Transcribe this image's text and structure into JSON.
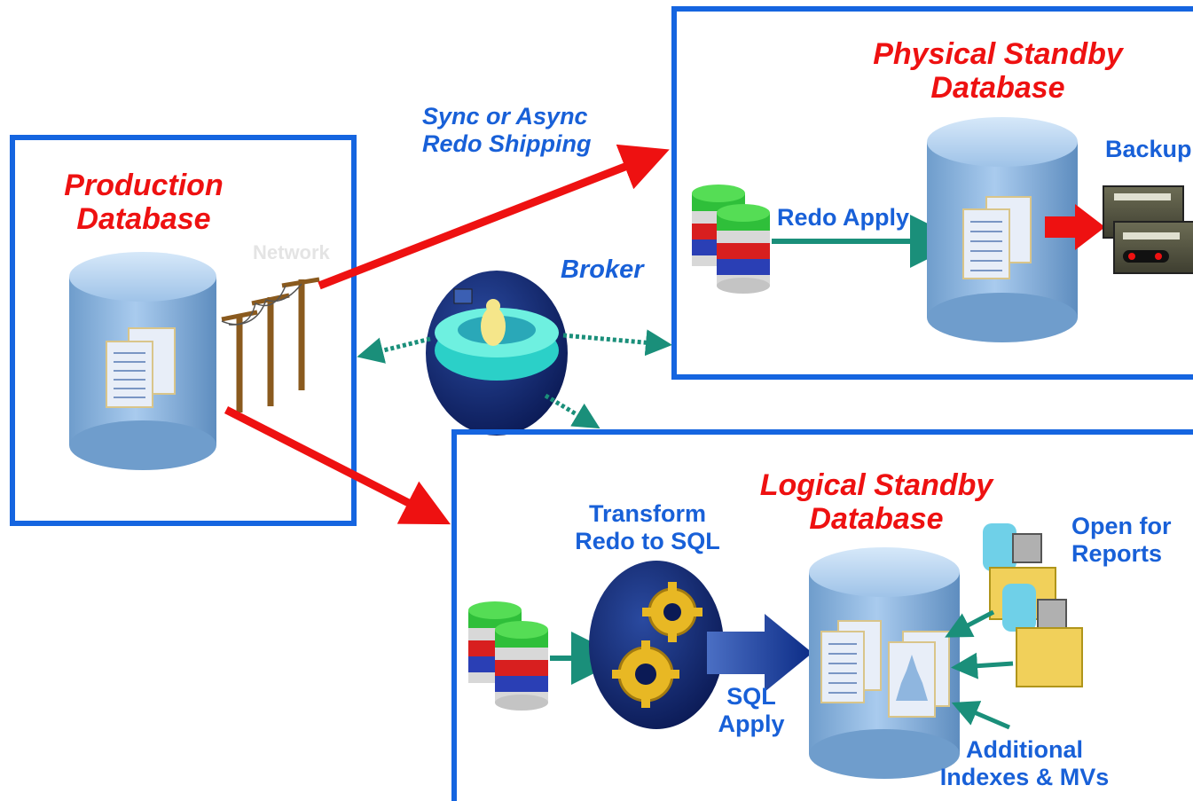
{
  "production": {
    "title_line1": "Production",
    "title_line2": "Database",
    "network_label": "Network"
  },
  "shipping": {
    "line1": "Sync or Async",
    "line2": "Redo Shipping"
  },
  "broker": {
    "label": "Broker"
  },
  "physical": {
    "title_line1": "Physical Standby",
    "title_line2": "Database",
    "redo_apply": "Redo Apply",
    "backup": "Backup"
  },
  "logical": {
    "title_line1": "Logical Standby",
    "title_line2": "Database",
    "transform_line1": "Transform",
    "transform_line2": "Redo to SQL",
    "sql_line1": "SQL",
    "sql_line2": "Apply",
    "reports_line1": "Open for",
    "reports_line2": "Reports",
    "indexes_line1": "Additional",
    "indexes_line2": "Indexes & MVs"
  },
  "colors": {
    "box_border": "#1565e0",
    "title_red": "#ee1111",
    "label_blue": "#1860d8",
    "arrow_red": "#ee1111",
    "arrow_teal": "#1a8f7a",
    "cylinder": "#8fb6df"
  }
}
